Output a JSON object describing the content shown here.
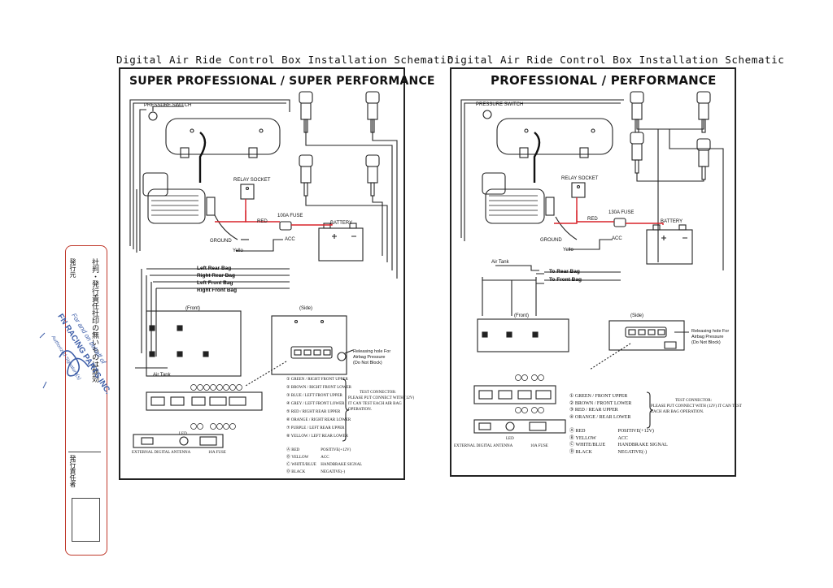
{
  "left": {
    "schematic_title": "Digital Air Ride Control Box Installation Schematic",
    "panel_title": "SUPER PROFESSIONAL / SUPER PERFORMANCE",
    "labels": {
      "pressure_switch": "PRESSURE SWITCH",
      "relay_socket": "RELAY SOCKET",
      "fuse": "100A FUSE",
      "red": "RED",
      "battery": "BATTERY",
      "ground": "GROUND",
      "acc": "ACC",
      "yello": "Yello",
      "air_tank": "Air Tank",
      "front": "(Front)",
      "side": "(Side)",
      "release": "Releasing hole For",
      "release2": "Airbag Pressure",
      "release3": "(Do Not Block)"
    },
    "bags": [
      "Left Rear Bag",
      "Right Rear Bag",
      "Left Front Bag",
      "Right Front Bag"
    ],
    "connector_numbers": [
      "1",
      "2",
      "3",
      "4",
      "5",
      "6",
      "7",
      "8"
    ],
    "wire_legend": [
      {
        "num": "1",
        "text": "GREEN / RIGHT FRONT UPPER"
      },
      {
        "num": "2",
        "text": "BROWN / RIGHT FRONT LOWER"
      },
      {
        "num": "3",
        "text": "BLUE / LEFT FRONT UPPER"
      },
      {
        "num": "4",
        "text": "GREY / LEFT FRONT LOWER"
      },
      {
        "num": "5",
        "text": "RED / RIGHT REAR UPPER"
      },
      {
        "num": "6",
        "text": "ORANGE / RIGHT REAR LOWER"
      },
      {
        "num": "7",
        "text": "PURPLE / LEFT REAR UPPER"
      },
      {
        "num": "8",
        "text": "YELLOW / LEFT REAR LOWER"
      }
    ],
    "test_note": [
      "TEST CONNECTOR:",
      "PLEASE PUT CONNECT WITH (12V)",
      "IT CAN TEST EACH AIR BAG",
      "OPERATION."
    ],
    "power_legend": [
      {
        "key": "A",
        "text": "RED",
        "value": "POSITIVE(+12V)"
      },
      {
        "key": "B",
        "text": "YELLOW",
        "value": "ACC"
      },
      {
        "key": "C",
        "text": "WHITE/BLUE",
        "value": "HANDBRAKE SIGNAL"
      },
      {
        "key": "D",
        "text": "BLACK",
        "value": "NEGATIVE(-)"
      }
    ],
    "bottom": {
      "antenna": "EXTERNAL DIGITAL ANTENNA",
      "led": "LED",
      "fuse": "10A FUSE"
    }
  },
  "right": {
    "schematic_title": "Digital Air Ride Control Box Installation Schematic",
    "panel_title": "PROFESSIONAL / PERFORMANCE",
    "labels": {
      "pressure_switch": "PRESSURE SWITCH",
      "relay_socket": "RELAY SOCKET",
      "fuse": "130A FUSE",
      "red": "RED",
      "battery": "BATTERY",
      "ground": "GROUND",
      "acc": "ACC",
      "yello": "Yello",
      "air_tank": "Air Tank",
      "to_rear": "To Rear Bag",
      "to_front": "To Front Bag",
      "front": "(Front)",
      "side": "(Side)",
      "release": "Releasing hole For",
      "release2": "Airbag Pressure",
      "release3": "(Do Not Block)"
    },
    "connector_numbers": [
      "1",
      "2",
      "3",
      "4"
    ],
    "wire_legend": [
      {
        "num": "1",
        "text": "GREEN / FRONT UPPER"
      },
      {
        "num": "2",
        "text": "BROWN / FRONT LOWER"
      },
      {
        "num": "3",
        "text": "RED / REAR UPPER"
      },
      {
        "num": "4",
        "text": "ORANGE / REAR LOWER"
      }
    ],
    "test_note": [
      "TEST CONNECTOR:",
      "PLEASE PUT CONNECT WITH (12V) IT CAN TEST",
      "EACH AIR BAG OPERATION."
    ],
    "power_legend": [
      {
        "key": "A",
        "text": "RED",
        "value": "POSITIVE(+12V)"
      },
      {
        "key": "B",
        "text": "YELLOW",
        "value": "ACC"
      },
      {
        "key": "C",
        "text": "WHITE/BLUE",
        "value": "HANDBRAKE SIGNAL"
      },
      {
        "key": "D",
        "text": "BLACK",
        "value": "NEGATIVE(-)"
      }
    ],
    "bottom": {
      "antenna": "EXTERNAL DIGITAL ANTENNA",
      "led": "LED",
      "fuse": "10A FUSE"
    }
  },
  "stamp": {
    "line1": "発行元",
    "line2": "社判・発行責任社印の無いものは無効",
    "line3": "発行責任者",
    "blue_text": "For and on behalf of",
    "blue_company": "FN RACING PARTS INC.",
    "blue_sig": "Authorized Signature(s)"
  },
  "colors": {
    "wire_red": "#d8232a",
    "stamp_red": "#c0392b",
    "stamp_blue": "#3e5ea8",
    "ink": "#222222"
  }
}
